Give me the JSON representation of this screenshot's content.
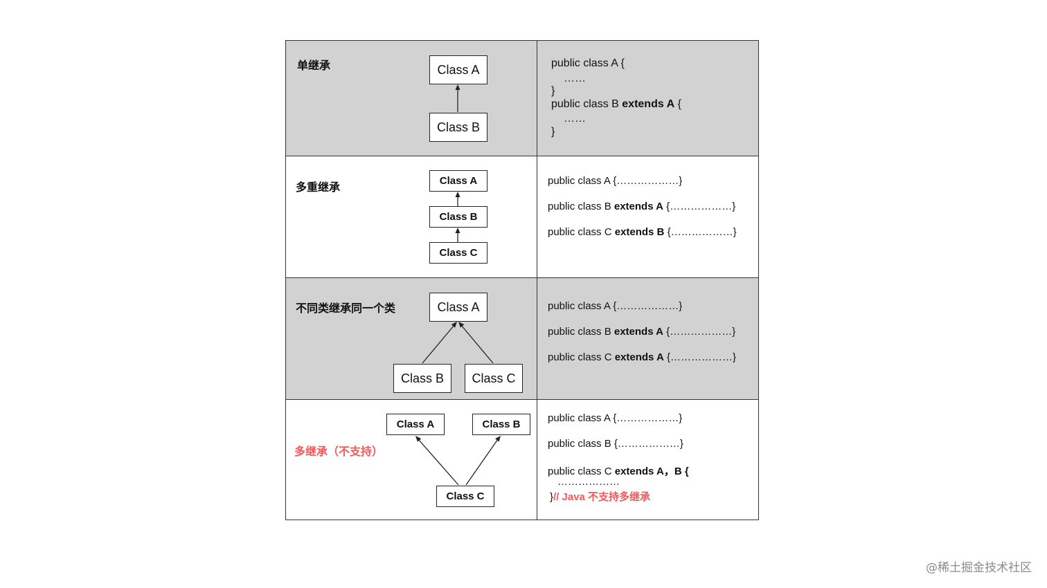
{
  "rows": [
    {
      "title": "单继承",
      "boxes": [
        "Class A",
        "Class B"
      ],
      "code": [
        "public class A {",
        "……",
        "}",
        "public class B ",
        "extends A",
        " {",
        "……",
        "}"
      ]
    },
    {
      "title": "多重继承",
      "boxes": [
        "Class A",
        "Class B",
        "Class C"
      ],
      "code": [
        "public class A {………………}",
        "public class B ",
        "extends A",
        " {………………}",
        "public class C ",
        "extends B",
        " {………………}"
      ]
    },
    {
      "title": "不同类继承同一个类",
      "boxes": [
        "Class A",
        "Class B",
        "Class C"
      ],
      "code": [
        "public class A {………………}",
        "public class B ",
        "extends A",
        " {………………}",
        "public class C ",
        "extends A",
        " {………………}"
      ]
    },
    {
      "title": "多继承（不支持）",
      "boxes": [
        "Class A",
        "Class B",
        "Class C"
      ],
      "code": [
        "public class A {………………}",
        "public class B {………………}",
        "public class C ",
        "extends A，B {",
        "………………",
        "}",
        "// Java 不支持多继承"
      ]
    }
  ],
  "colors": {
    "gray_row": "#d2d2d2",
    "highlight_red": "#f25a5a"
  },
  "watermark": "@稀土掘金技术社区"
}
